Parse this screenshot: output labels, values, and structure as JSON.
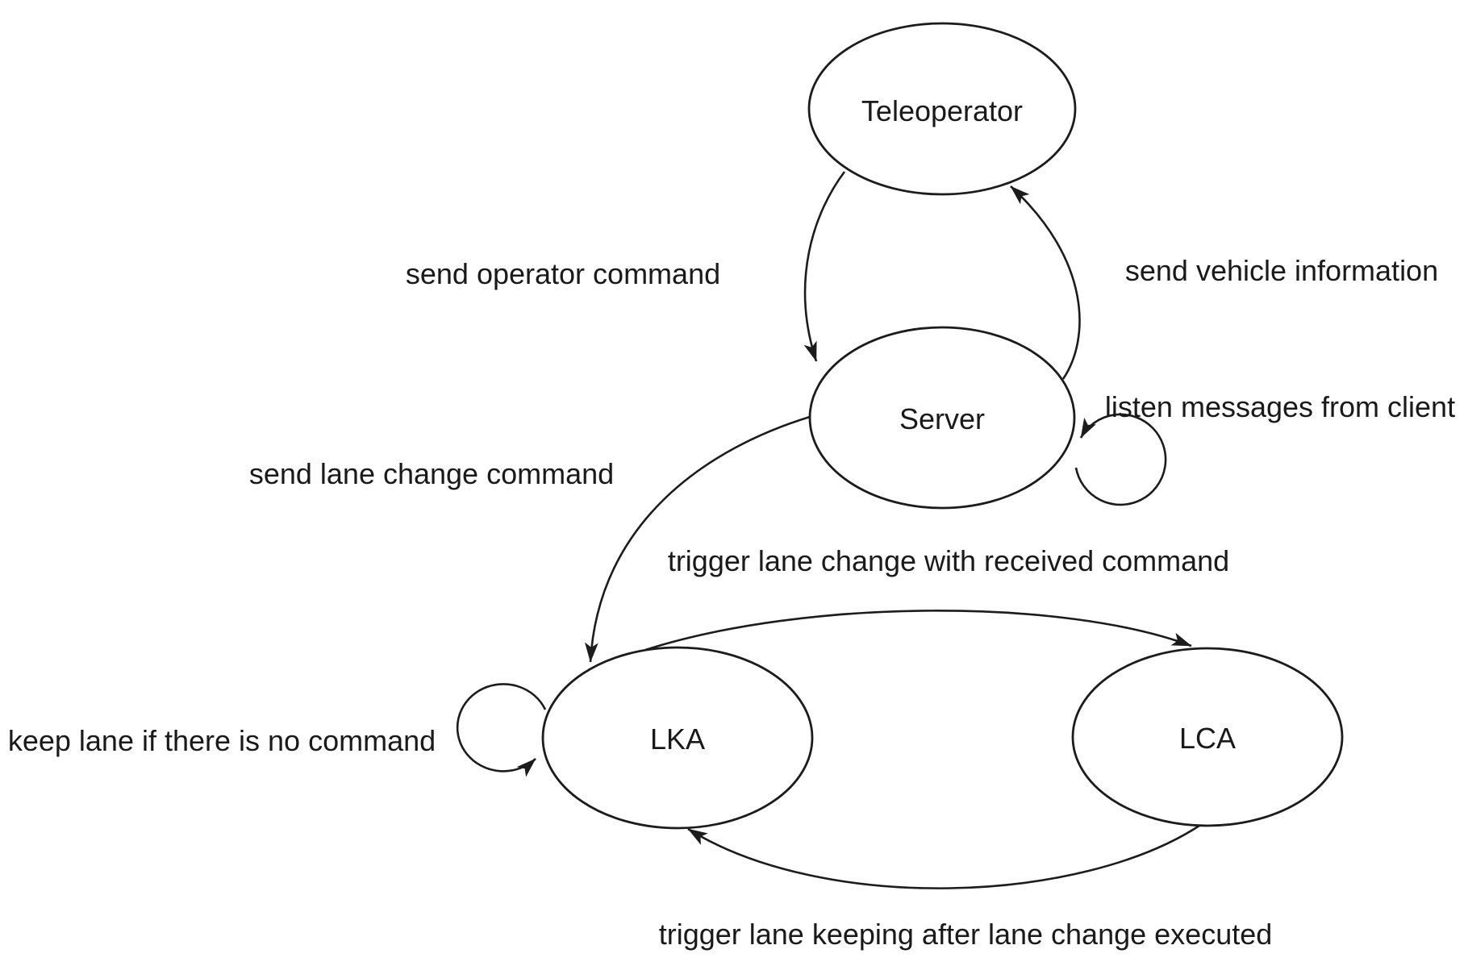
{
  "diagram": {
    "type": "state-machine",
    "background_color": "#ffffff",
    "stroke_color": "#1c1c1c",
    "text_color": "#1a1a1a",
    "nodes": [
      {
        "id": "teleoperator",
        "label": "Teleoperator"
      },
      {
        "id": "server",
        "label": "Server"
      },
      {
        "id": "lka",
        "label": "LKA"
      },
      {
        "id": "lca",
        "label": "LCA"
      }
    ],
    "edges": [
      {
        "from": "teleoperator",
        "to": "server",
        "label": "send operator command"
      },
      {
        "from": "server",
        "to": "teleoperator",
        "label": "send vehicle information"
      },
      {
        "from": "server",
        "to": "server",
        "label": "listen messages from client"
      },
      {
        "from": "server",
        "to": "lka",
        "label": "send lane change command"
      },
      {
        "from": "lka",
        "to": "lca",
        "label": "trigger lane change with received command"
      },
      {
        "from": "lca",
        "to": "lka",
        "label": "trigger lane keeping after lane change executed"
      },
      {
        "from": "lka",
        "to": "lka",
        "label": "keep lane if there is no command"
      }
    ]
  }
}
